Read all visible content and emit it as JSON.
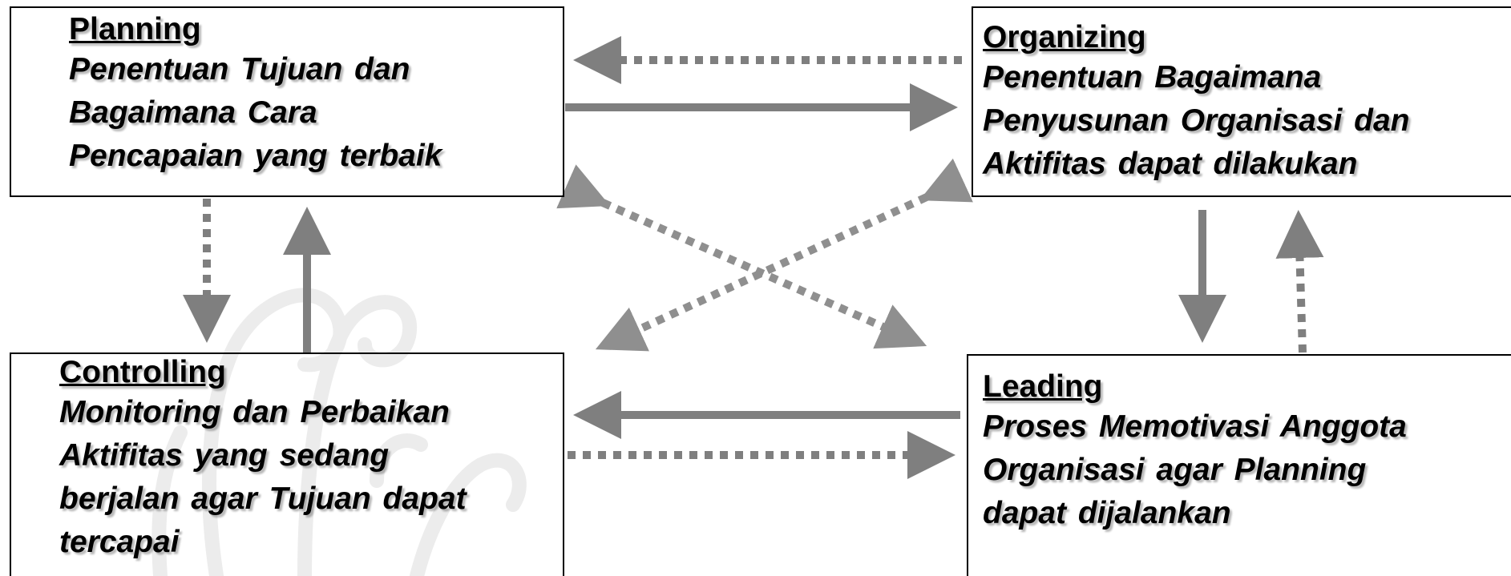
{
  "diagram": {
    "colors": {
      "arrow": "#7f7f7f",
      "arrow_dotted_light": "#8f8f8f",
      "border": "#000000",
      "text": "#000000",
      "watermark": "#ececec"
    },
    "boxes": {
      "planning": {
        "title": "Planning",
        "lines": [
          "Penentuan Tujuan dan",
          "Bagaimana Cara",
          "Pencapaian yang terbaik"
        ]
      },
      "organizing": {
        "title": "Organizing",
        "lines": [
          "Penentuan Bagaimana",
          "Penyusunan Organisasi dan",
          "Aktifitas dapat dilakukan"
        ]
      },
      "controlling": {
        "title": "Controlling",
        "lines": [
          "Monitoring dan Perbaikan",
          "Aktifitas yang sedang",
          "berjalan agar Tujuan dapat",
          "tercapai"
        ]
      },
      "leading": {
        "title": "Leading",
        "lines": [
          "Proses Memotivasi Anggota",
          "Organisasi agar Planning",
          "dapat dijalankan"
        ]
      }
    }
  }
}
